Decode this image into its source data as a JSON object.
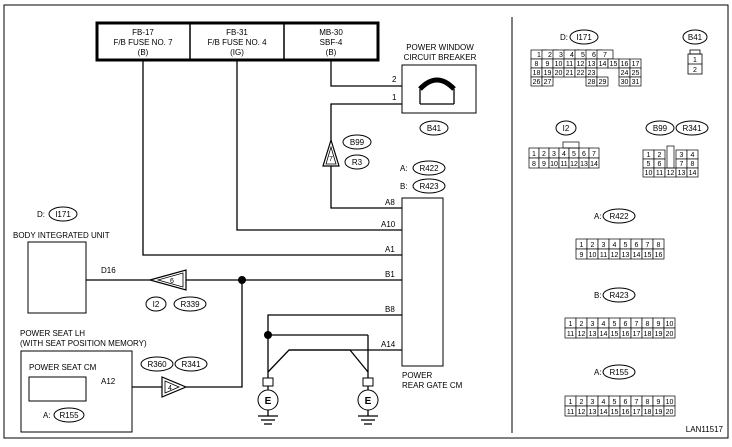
{
  "fuses": [
    {
      "id": "FB-17",
      "name": "F/B FUSE NO. 7",
      "spec": "(B)"
    },
    {
      "id": "FB-31",
      "name": "F/B FUSE NO. 4",
      "spec": "(IG)"
    },
    {
      "id": "MB-30",
      "name": "SBF-4",
      "spec": "(B)"
    }
  ],
  "breaker": {
    "title1": "POWER WINDOW",
    "title2": "CIRCUIT BREAKER",
    "pin2": "2",
    "pin1": "1",
    "ref": "B41"
  },
  "connector_b99_r3": {
    "ref1": "B99",
    "ref2": "R3",
    "pin": "7"
  },
  "rear_gate_cm": {
    "conn_a_label": "A:",
    "conn_a": "R422",
    "conn_b_label": "B:",
    "conn_b": "R423",
    "pins": [
      "A8",
      "A10",
      "A1",
      "B1",
      "B8",
      "A14"
    ],
    "title1": "POWER",
    "title2": "REAR GATE CM"
  },
  "body_unit": {
    "conn_label": "D:",
    "conn": "I171",
    "title": "BODY INTEGRATED UNIT",
    "pin": "D16"
  },
  "connector_i2_r339": {
    "ref1": "I2",
    "ref2": "R339",
    "pin": "6"
  },
  "power_seat": {
    "title1": "POWER SEAT LH",
    "title2": "(WITH SEAT POSITION MEMORY)",
    "cm_title": "POWER SEAT CM",
    "pin": "A12",
    "conn_label": "A:",
    "conn": "R155"
  },
  "connector_r360_r341": {
    "ref1": "R360",
    "ref2": "R341",
    "pin": "4"
  },
  "grounds": [
    "E",
    "E"
  ],
  "right_panel": {
    "i171": {
      "label": "D:",
      "ref": "I171",
      "rows": [
        [
          "1",
          "2",
          "3",
          "4",
          "5",
          "6",
          "7"
        ],
        [
          "8",
          "9",
          "10",
          "11",
          "12",
          "13",
          "14",
          "15",
          "16",
          "17"
        ],
        [
          "18",
          "19",
          "20",
          "21",
          "22",
          "23",
          "",
          "",
          "",
          ""
        ],
        [
          "24",
          "25"
        ],
        [
          "26",
          "27",
          "28",
          "29",
          "30",
          "31"
        ]
      ]
    },
    "b41": {
      "ref": "B41",
      "pins": [
        "1",
        "2"
      ]
    },
    "i2": {
      "ref": "I2",
      "rows": [
        [
          "1",
          "2",
          "3",
          "4",
          "5",
          "6",
          "7"
        ],
        [
          "8",
          "9",
          "10",
          "11",
          "12",
          "13",
          "14"
        ]
      ]
    },
    "b99_r341": {
      "ref1": "B99",
      "ref2": "R341",
      "rows": [
        [
          "1",
          "2",
          "",
          "3",
          "4"
        ],
        [
          "5",
          "6",
          "7",
          "8"
        ],
        [
          "10",
          "11",
          "12",
          "13",
          "14"
        ]
      ]
    },
    "r422": {
      "label": "A:",
      "ref": "R422",
      "rows": [
        [
          "1",
          "2",
          "3",
          "4",
          "5",
          "6",
          "7",
          "8"
        ],
        [
          "9",
          "10",
          "11",
          "12",
          "13",
          "14",
          "15",
          "16"
        ]
      ]
    },
    "r423": {
      "label": "B:",
      "ref": "R423",
      "rows": [
        [
          "1",
          "2",
          "3",
          "4",
          "5",
          "6",
          "7",
          "8",
          "9",
          "10"
        ],
        [
          "11",
          "12",
          "13",
          "14",
          "15",
          "16",
          "17",
          "18",
          "19",
          "20"
        ]
      ]
    },
    "r155": {
      "label": "A:",
      "ref": "R155",
      "rows": [
        [
          "1",
          "2",
          "3",
          "4",
          "5",
          "6",
          "7",
          "8",
          "9",
          "10"
        ],
        [
          "11",
          "12",
          "13",
          "14",
          "15",
          "16",
          "17",
          "18",
          "19",
          "20"
        ]
      ]
    }
  },
  "doc_id": "LAN11517"
}
